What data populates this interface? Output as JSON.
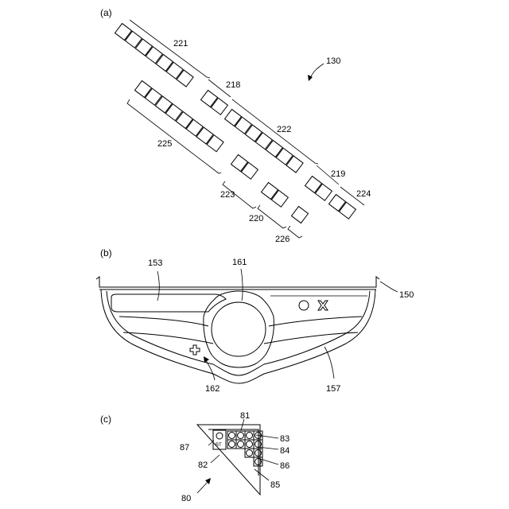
{
  "panels": {
    "a": "(a)",
    "b": "(b)",
    "c": "(c)"
  },
  "labels_a": {
    "r130": "130",
    "r221": "221",
    "r218": "218",
    "r222": "222",
    "r225": "225",
    "r223": "223",
    "r220": "220",
    "r219": "219",
    "r224": "224",
    "r226": "226"
  },
  "labels_b": {
    "r153": "153",
    "r161": "161",
    "r150": "150",
    "r162": "162",
    "r157": "157"
  },
  "labels_c": {
    "r81": "81",
    "r87": "87",
    "r83": "83",
    "r84": "84",
    "r82": "82",
    "r86": "86",
    "r85": "85",
    "r80": "80",
    "marker": "BT"
  },
  "icons": [
    "circle-button-icon",
    "cross-button-icon",
    "dpad-icon"
  ]
}
